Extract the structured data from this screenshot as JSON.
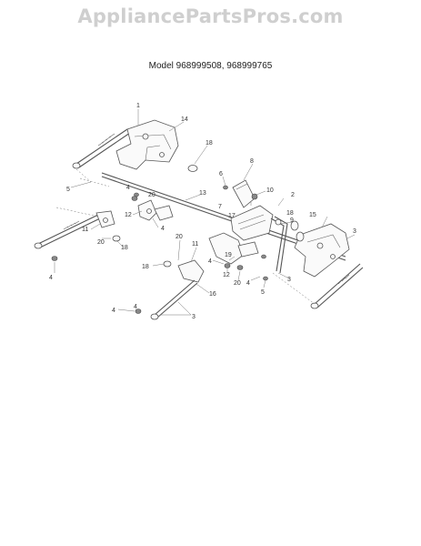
{
  "watermark": "AppliancePartsPros.com",
  "model_caption": "Model 968999508, 968999765",
  "callouts": [
    {
      "id": "c1",
      "text": "1"
    },
    {
      "id": "c14",
      "text": "14"
    },
    {
      "id": "c18a",
      "text": "18"
    },
    {
      "id": "c6",
      "text": "6"
    },
    {
      "id": "c8",
      "text": "8"
    },
    {
      "id": "c10",
      "text": "10"
    },
    {
      "id": "c5a",
      "text": "5"
    },
    {
      "id": "c4a",
      "text": "4"
    },
    {
      "id": "c20a",
      "text": "20"
    },
    {
      "id": "c13",
      "text": "13"
    },
    {
      "id": "c12a",
      "text": "12"
    },
    {
      "id": "c4b",
      "text": "4"
    },
    {
      "id": "c7",
      "text": "7"
    },
    {
      "id": "c2",
      "text": "2"
    },
    {
      "id": "c17",
      "text": "17"
    },
    {
      "id": "c9",
      "text": "9"
    },
    {
      "id": "c18b",
      "text": "18"
    },
    {
      "id": "c15",
      "text": "15"
    },
    {
      "id": "c3a",
      "text": "3"
    },
    {
      "id": "c11a",
      "text": "11"
    },
    {
      "id": "c20b",
      "text": "20"
    },
    {
      "id": "c18c",
      "text": "18"
    },
    {
      "id": "c4c",
      "text": "4"
    },
    {
      "id": "c19",
      "text": "19"
    },
    {
      "id": "c20c",
      "text": "20"
    },
    {
      "id": "c11b",
      "text": "11"
    },
    {
      "id": "c18d",
      "text": "18"
    },
    {
      "id": "c4d",
      "text": "4"
    },
    {
      "id": "c12b",
      "text": "12"
    },
    {
      "id": "c20d",
      "text": "20"
    },
    {
      "id": "c4e",
      "text": "4"
    },
    {
      "id": "c3b",
      "text": "3"
    },
    {
      "id": "c16",
      "text": "16"
    },
    {
      "id": "c5b",
      "text": "5"
    },
    {
      "id": "c4f",
      "text": "4"
    },
    {
      "id": "c4g",
      "text": "4"
    },
    {
      "id": "c3c",
      "text": "3"
    }
  ]
}
